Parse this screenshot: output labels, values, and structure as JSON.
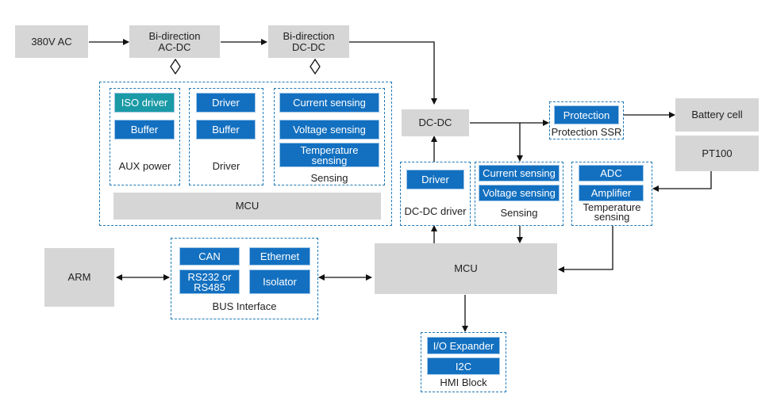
{
  "power": {
    "ac_in": "380V AC",
    "acdc": "Bi-direction\nAC-DC",
    "dcdc_bi": "Bi-direction\nDC-DC",
    "dcdc": "DC-DC",
    "battery": "Battery cell",
    "pt100": "PT100"
  },
  "aux_group": {
    "aux": {
      "iso_driver": "ISO driver",
      "buffer": "Buffer",
      "label": "AUX power"
    },
    "driver": {
      "driver": "Driver",
      "buffer": "Buffer",
      "label": "Driver"
    },
    "sensing": {
      "current": "Current sensing",
      "voltage": "Voltage sensing",
      "temperature": "Temperature\nsensing",
      "label": "Sensing"
    },
    "mcu": "MCU"
  },
  "protection": {
    "inner": "Protection",
    "label": "Protection SSR"
  },
  "dcdc_driver": {
    "driver": "Driver",
    "label": "DC-DC driver"
  },
  "sensing2": {
    "current": "Current sensing",
    "voltage": "Voltage sensing",
    "label": "Sensing"
  },
  "temp_sensing": {
    "adc": "ADC",
    "amplifier": "Amplifier",
    "label": "Temperature\nsensing"
  },
  "bus": {
    "can": "CAN",
    "ethernet": "Ethernet",
    "rs": "RS232 or\nRS485",
    "isolator": "Isolator",
    "label": "BUS Interface"
  },
  "arm": "ARM",
  "mcu_main": "MCU",
  "hmi": {
    "io": "I/O Expander",
    "i2c": "I2C",
    "label": "HMI Block"
  },
  "colors": {
    "block_fill": "#d6d6d6",
    "component_fill": "#1370c0",
    "accent_teal": "#1a9aa6",
    "group_border": "#1f7ab8"
  }
}
